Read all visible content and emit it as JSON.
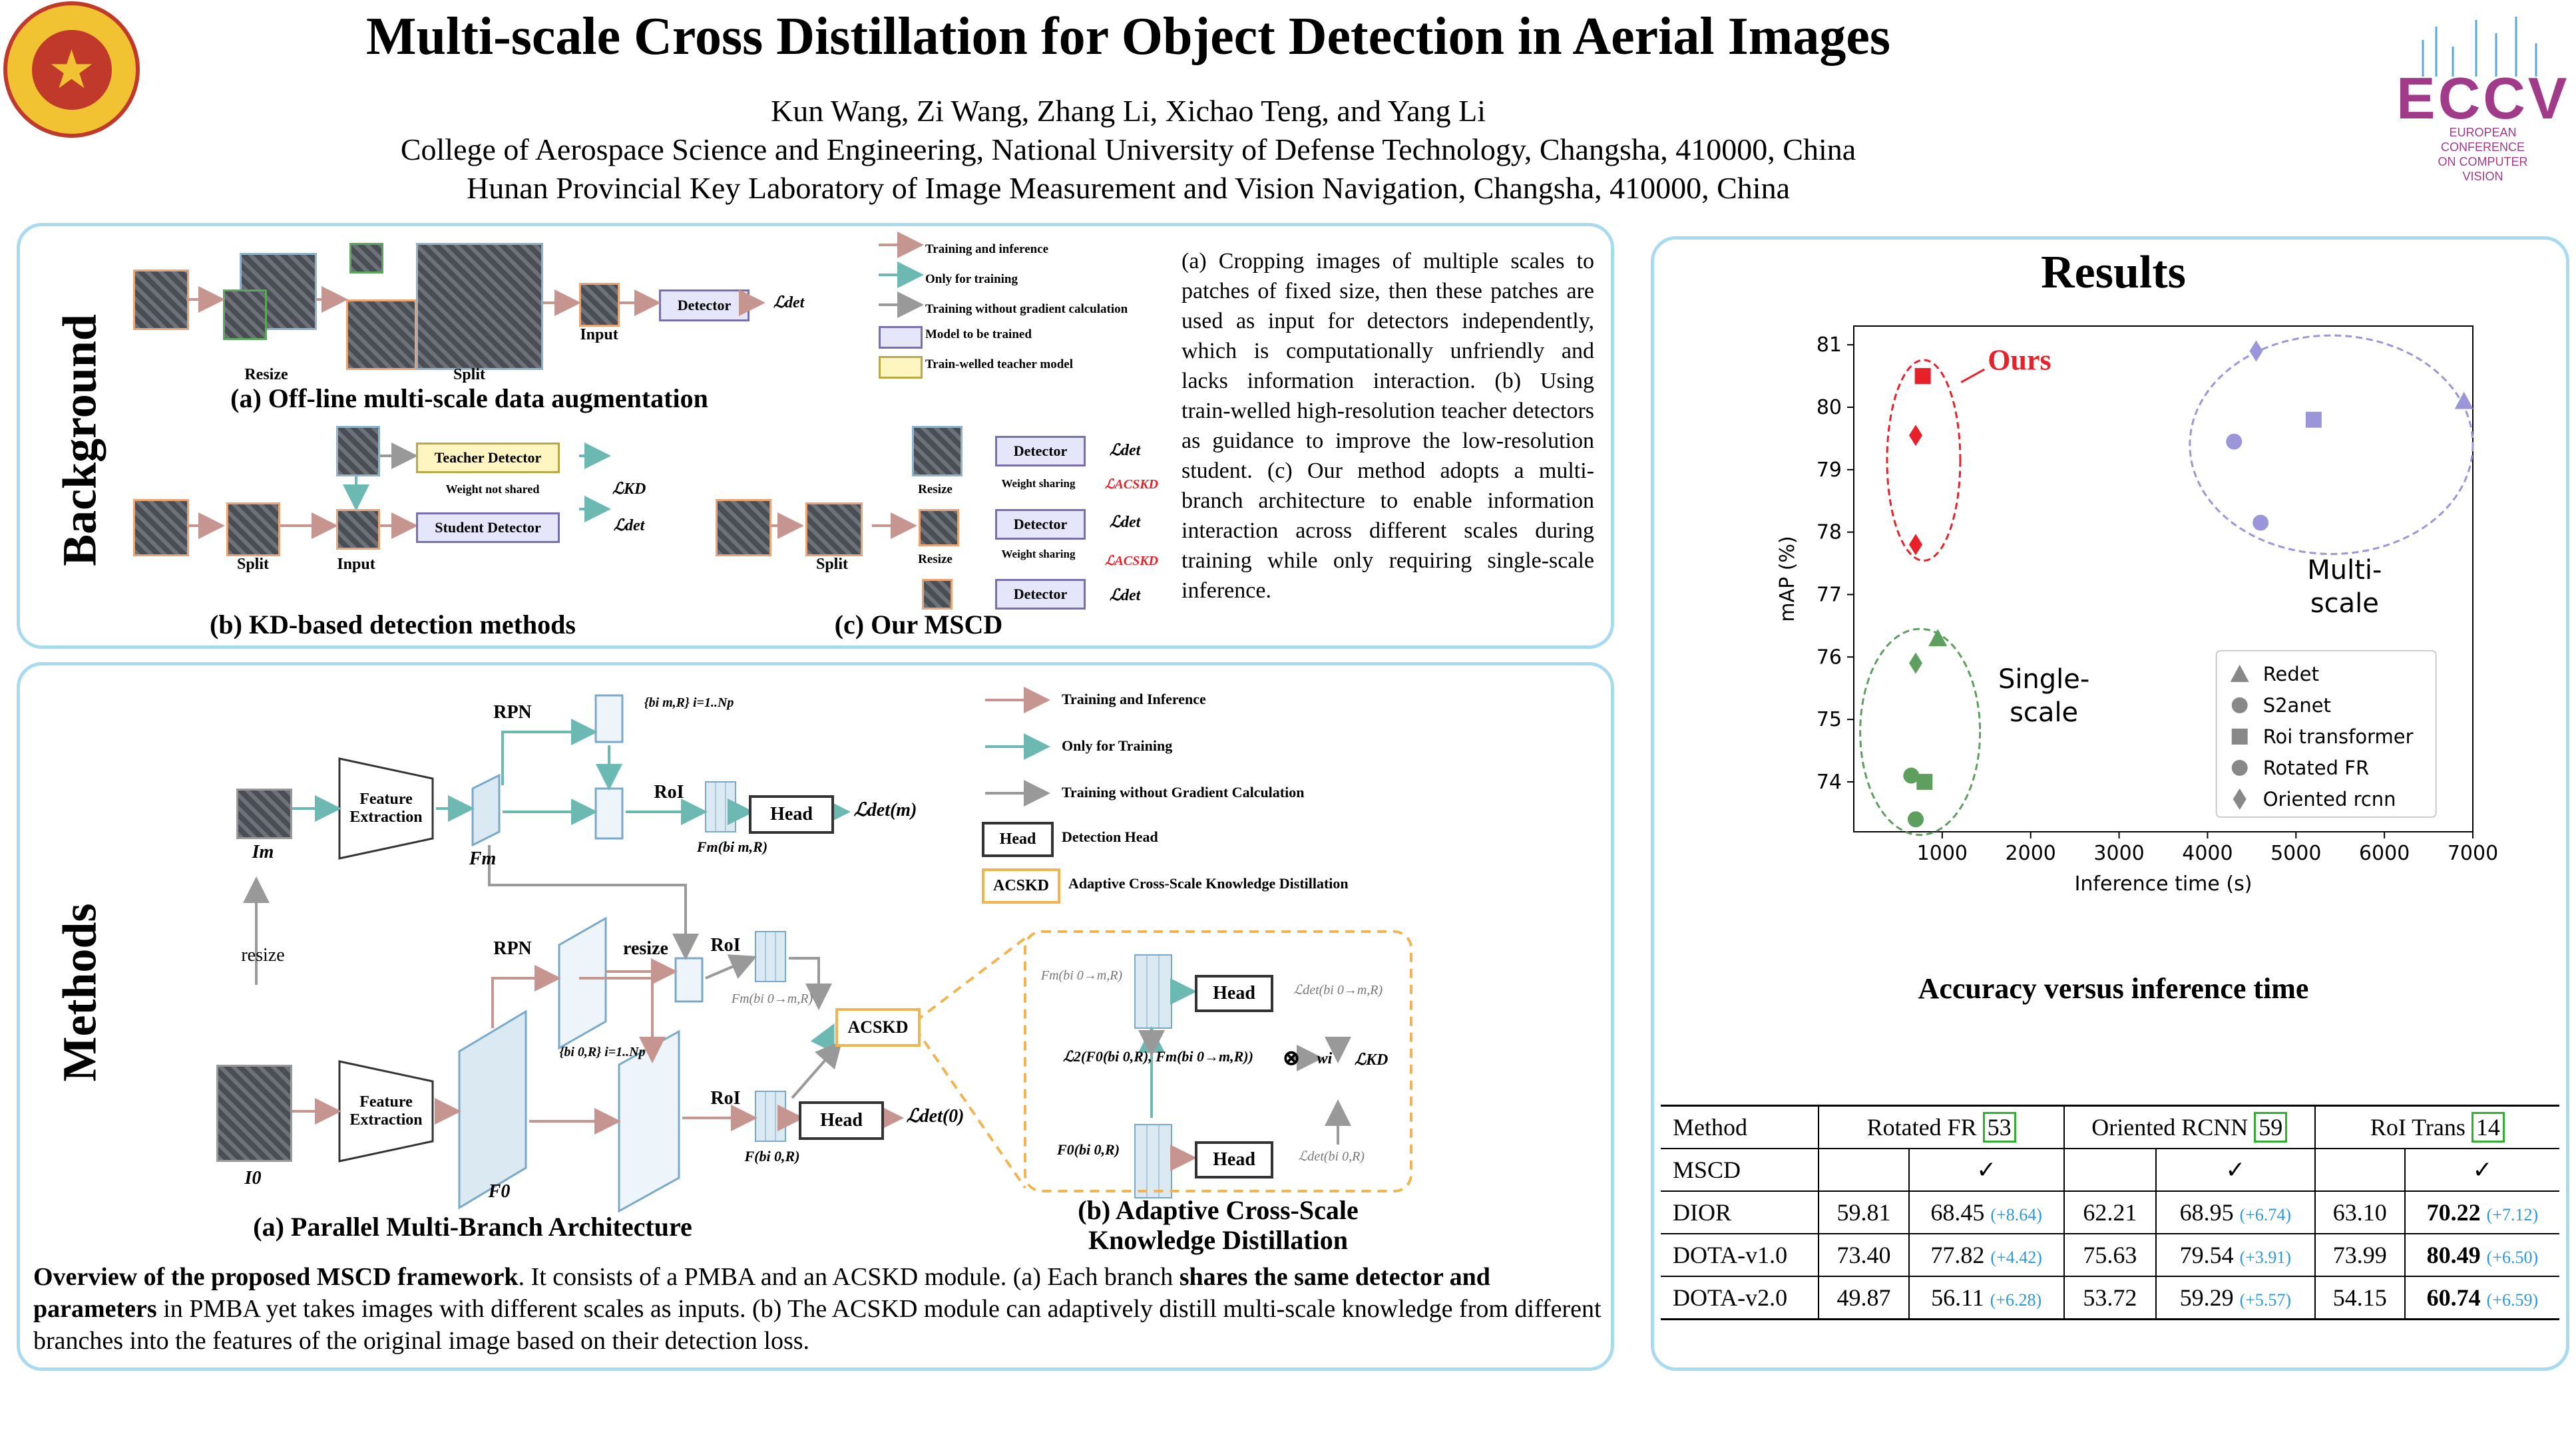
{
  "header": {
    "title": "Multi-scale Cross Distillation for Object Detection in Aerial Images",
    "authors": "Kun Wang, Zi Wang, Zhang Li, Xichao Teng, and Yang Li",
    "affil1": "College of Aerospace Science and Engineering, National University of Defense Technology, Changsha, 410000, China",
    "affil2": "Hunan Provincial Key Laboratory of Image Measurement and Vision Navigation, Changsha, 410000, China",
    "eccv_logo": "ECCV",
    "eccv_sub": [
      "EUROPEAN",
      "CONFERENCE",
      "ON COMPUTER",
      "VISION"
    ]
  },
  "background": {
    "side_label": "Background",
    "resize": "Resize",
    "split": "Split",
    "input": "Input",
    "detector": "Detector",
    "l_det": "ℒdet",
    "cap_a": "(a) Off-line multi-scale data augmentation",
    "legend": [
      "Training and inference",
      "Only for training",
      "Training without gradient calculation",
      "Model to be trained",
      "Train-welled teacher model"
    ],
    "teacher": "Teacher Detector",
    "student": "Student Detector",
    "weight_not_shared": "Weight not shared",
    "weight_sharing": "Weight sharing",
    "l_kd": "ℒKD",
    "l_acskd": "ℒACSKD",
    "cap_b": "(b) KD-based detection methods",
    "cap_c": "(c) Our MSCD",
    "text": "(a) Cropping images of multiple scales to patches of fixed size, then these patches are used as input for detectors independently, which is computationally unfriendly and lacks information interaction. (b) Using train-welled high-resolution teacher detectors as guidance to improve the low-resolution student. (c) Our method adopts a multi-branch architecture to enable information interaction across different scales during training while only requiring single-scale inference."
  },
  "methods": {
    "side_label": "Methods",
    "legend": [
      "Training and Inference",
      "Only for Training",
      "Training without Gradient Calculation",
      "Detection Head",
      "Adaptive Cross-Scale Knowledge Distillation"
    ],
    "head": "Head",
    "acskd": "ACSKD",
    "rpn": "RPN",
    "roi": "RoI",
    "resize": "resize",
    "feature_extraction": "Feature Extraction",
    "im": "Im",
    "i0": "I0",
    "fm": "Fm",
    "f0": "F0",
    "l_det_m": "ℒdet(m)",
    "l_det_0": "ℒdet(0)",
    "l_kd": "ℒKD",
    "wi": "wi",
    "bm": "{bi m,R} i=1..Np",
    "b0": "{bi 0,R} i=1..Np",
    "fm_b": "Fm(bi m,R)",
    "fm_b0m": "Fm(bi 0→m,R)",
    "f_b0": "F(bi 0,R)",
    "f0_b0": "F0(bi 0,R)",
    "l2": "ℒ2(F0(bi 0,R), Fm(bi 0→m,R))",
    "ldet_0m": "ℒdet(bi 0→m,R)",
    "ldet_0": "ℒdet(bi 0,R)",
    "cap_a": "(a)  Parallel Multi-Branch Architecture",
    "cap_b1": "(b) Adaptive Cross-Scale",
    "cap_b2": "Knowledge Distillation",
    "overview_bold1": "Overview of the proposed MSCD framework",
    "overview_t1": ".  It consists of a PMBA and an ACSKD module. (a) Each branch ",
    "overview_bold2": "shares the same detector and parameters",
    "overview_t2": " in PMBA yet takes images with different scales as inputs. (b) The ACSKD module can adaptively distill multi-scale knowledge from different branches into the features of the original image based on their detection loss."
  },
  "results": {
    "title": "Results",
    "chart_caption": "Accuracy versus inference time",
    "ours": "Ours",
    "multi": [
      "Multi-",
      "scale"
    ],
    "single": [
      "Single-",
      "scale"
    ],
    "table": {
      "header": [
        "Method",
        "Rotated FR",
        "53",
        "Oriented RCNN",
        "59",
        "RoI Trans",
        "14"
      ],
      "mscd_row": [
        "MSCD",
        "✓",
        "✓",
        "✓"
      ],
      "rows": [
        {
          "name": "DIOR",
          "v": [
            "59.81",
            "68.45",
            "62.21",
            "68.95",
            "63.10",
            "70.22"
          ],
          "g": [
            "(+8.64)",
            "(+6.74)",
            "(+7.12)"
          ]
        },
        {
          "name": "DOTA-v1.0",
          "v": [
            "73.40",
            "77.82",
            "75.63",
            "79.54",
            "73.99",
            "80.49"
          ],
          "g": [
            "(+4.42)",
            "(+3.91)",
            "(+6.50)"
          ]
        },
        {
          "name": "DOTA-v2.0",
          "v": [
            "49.87",
            "56.11",
            "53.72",
            "59.29",
            "54.15",
            "60.74"
          ],
          "g": [
            "(+6.28)",
            "(+5.57)",
            "(+6.59)"
          ]
        }
      ]
    }
  },
  "colors": {
    "panel_border": "#a8daf0",
    "ours": "#e8202a",
    "single": "#5e9e5e",
    "multi": "#9a96d9",
    "gain": "#2d9ad8"
  },
  "chart_data": {
    "type": "scatter",
    "xlabel": "Inference time (s)",
    "ylabel": "mAP (%)",
    "xlim": [
      0,
      7000
    ],
    "ylim": [
      73.2,
      81.3
    ],
    "xticks": [
      1000,
      2000,
      3000,
      4000,
      5000,
      6000,
      7000
    ],
    "yticks": [
      74,
      75,
      76,
      77,
      78,
      79,
      80,
      81
    ],
    "legend_position": "lower-right",
    "series": [
      {
        "name": "Redet",
        "marker": "triangle",
        "points": [
          [
            6900,
            80.1
          ],
          [
            950,
            76.3
          ]
        ]
      },
      {
        "name": "S2anet",
        "marker": "circle",
        "points": [
          [
            4300,
            79.45
          ],
          [
            650,
            74.1
          ]
        ]
      },
      {
        "name": "Roi transformer",
        "marker": "square",
        "points": [
          [
            5200,
            79.8
          ],
          [
            800,
            74.0
          ]
        ]
      },
      {
        "name": "Rotated FR",
        "marker": "circle",
        "points": [
          [
            4600,
            78.15
          ],
          [
            700,
            73.4
          ]
        ]
      },
      {
        "name": "Oriented rcnn",
        "marker": "diamond",
        "points": [
          [
            4550,
            80.9
          ],
          [
            700,
            75.9
          ]
        ]
      },
      {
        "name": "Ours",
        "marker": "mixed",
        "points": [
          [
            780,
            80.5
          ],
          [
            700,
            79.55
          ],
          [
            700,
            77.8
          ]
        ]
      }
    ]
  }
}
